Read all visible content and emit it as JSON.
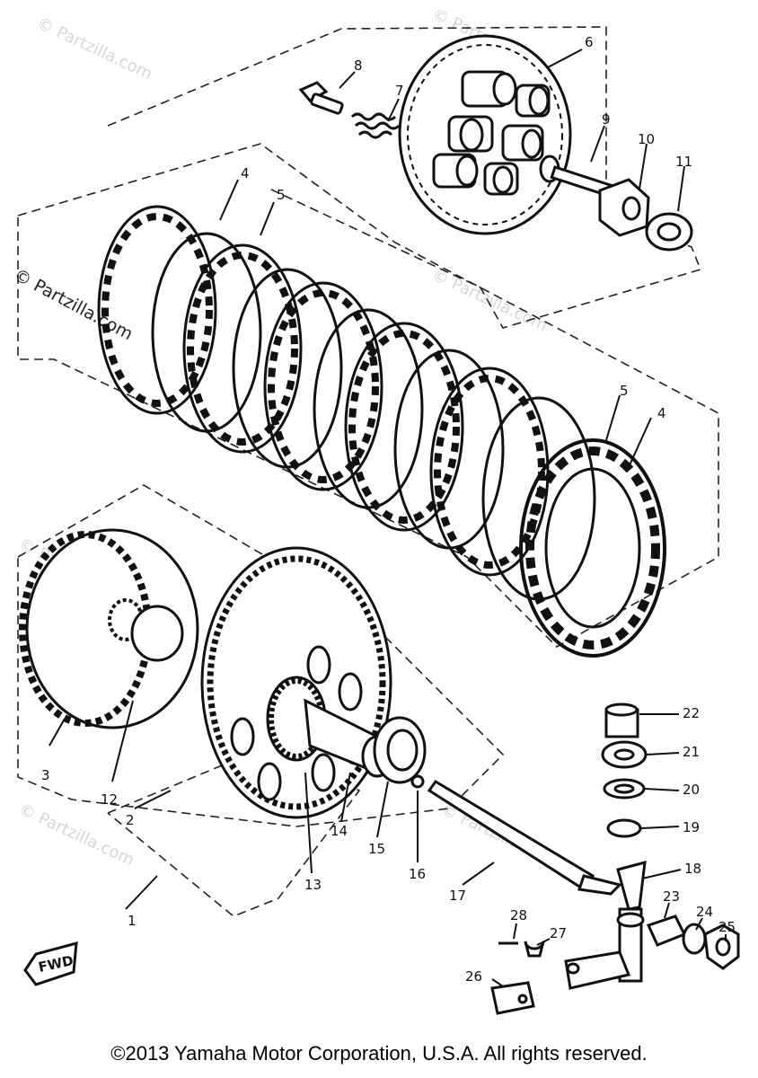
{
  "watermark_text": "© Partzilla.com",
  "fwd_label": "FWD",
  "copyright": "©2013 Yamaha Motor Corporation, U.S.A. All rights reserved.",
  "callouts": [
    "1",
    "2",
    "3",
    "4",
    "4",
    "5",
    "5",
    "6",
    "7",
    "8",
    "9",
    "10",
    "11",
    "12",
    "13",
    "14",
    "15",
    "16",
    "17",
    "18",
    "19",
    "20",
    "21",
    "22",
    "23",
    "24",
    "25",
    "26",
    "27",
    "28"
  ]
}
